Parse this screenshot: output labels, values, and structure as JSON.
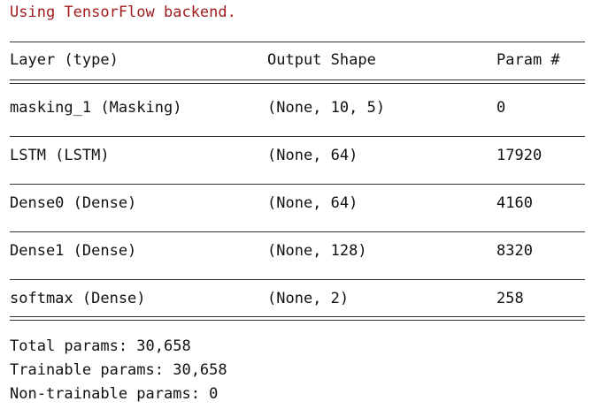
{
  "backend_message": "Using TensorFlow backend.",
  "header": {
    "layer": "Layer (type)",
    "output_shape": "Output Shape",
    "param": "Param #"
  },
  "rows": [
    {
      "layer": "masking_1 (Masking)",
      "shape": "(None, 10, 5)",
      "params": "0"
    },
    {
      "layer": "LSTM (LSTM)",
      "shape": "(None, 64)",
      "params": "17920"
    },
    {
      "layer": "Dense0 (Dense)",
      "shape": "(None, 64)",
      "params": "4160"
    },
    {
      "layer": "Dense1 (Dense)",
      "shape": "(None, 128)",
      "params": "8320"
    },
    {
      "layer": "softmax (Dense)",
      "shape": "(None, 2)",
      "params": "258"
    }
  ],
  "totals": {
    "total": "Total params: 30,658",
    "trainable": "Trainable params: 30,658",
    "non_trainable": "Non-trainable params: 0"
  },
  "colors": {
    "warning_text": "#a11d1d",
    "text": "#111111"
  }
}
